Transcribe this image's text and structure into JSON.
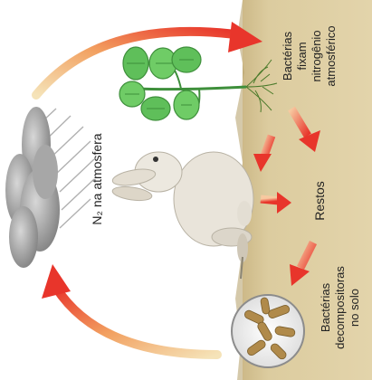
{
  "labels": {
    "atmosphere": "N₂ na atmosfera",
    "fixing_bacteria": [
      "Bactérias",
      "fixam",
      "nitrogênio",
      "atmosférico"
    ],
    "remains": "Restos",
    "decomposer_bacteria": [
      "Bactérias",
      "decompositoras",
      "no solo"
    ]
  },
  "colors": {
    "soil": "#d8c79a",
    "soil_edge": "#b9a572",
    "cycle_arrow_start": "#f3d59a",
    "cycle_arrow_end": "#e8352b",
    "leaf": "#5fbf5a",
    "leaf_dark": "#3e8f3b",
    "cloud": "#9b9b9b",
    "rabbit": "#e9e4da",
    "bacteria": "#b08a4a"
  },
  "icons": [
    "cloud-icon",
    "plant-icon",
    "rabbit-icon",
    "bacteria-circle-icon"
  ]
}
